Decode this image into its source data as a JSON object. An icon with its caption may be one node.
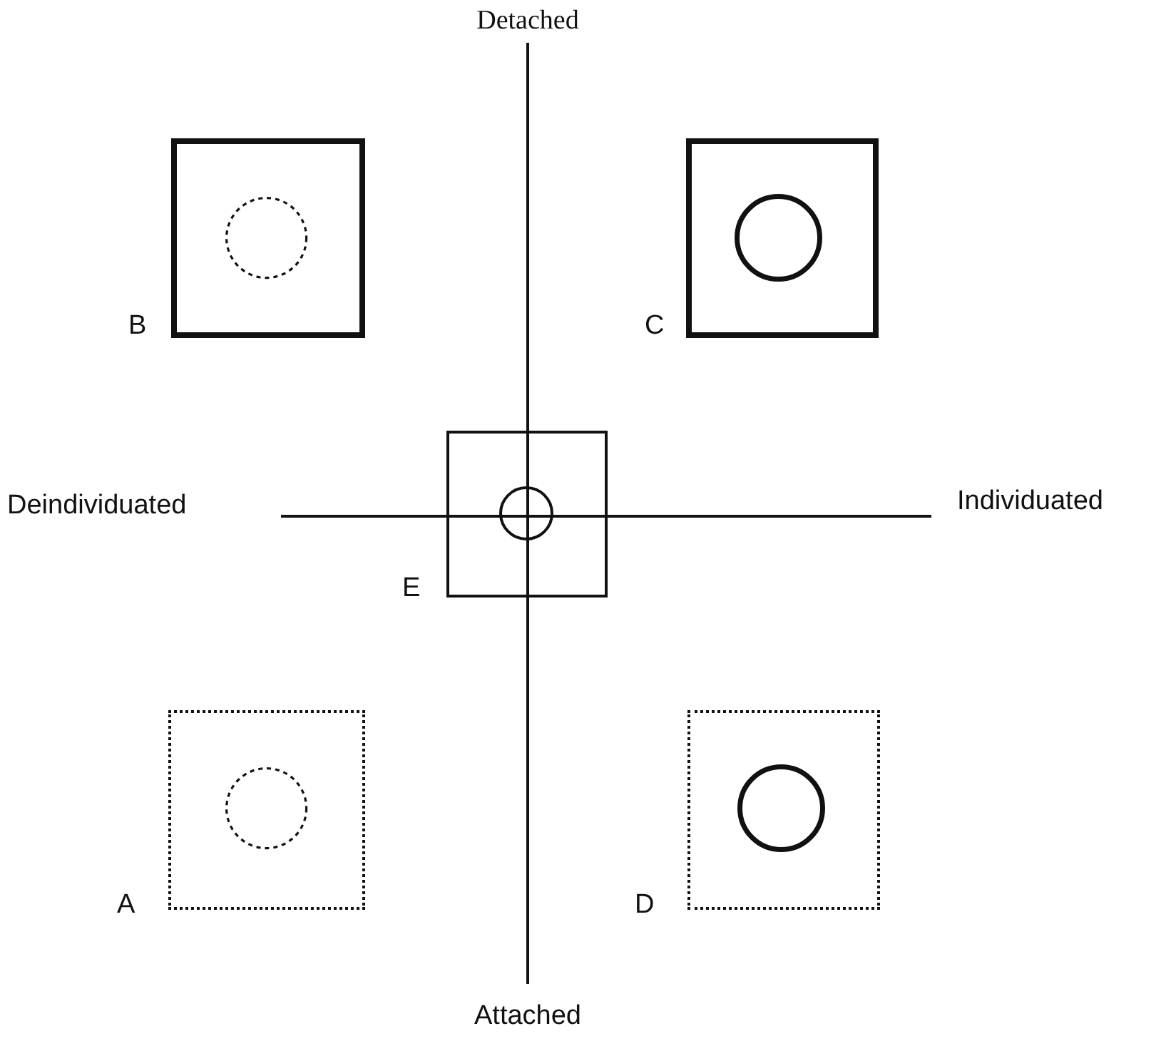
{
  "diagram": {
    "nodes": [
      {
        "text": [
          "B"
        ]
      },
      {
        "text": [],
        "shape": "circle",
        "in": 0
      },
      {
        "text": [
          "C"
        ]
      },
      {
        "text": [],
        "shape": "circle",
        "in": 2
      },
      {
        "text": [
          "E"
        ]
      },
      {
        "text": [],
        "shape": "circle",
        "in": 4
      },
      {
        "text": [
          "A"
        ]
      },
      {
        "text": [],
        "shape": "circle",
        "in": 6
      },
      {
        "text": [
          "D"
        ]
      },
      {
        "text": [],
        "shape": "circle",
        "in": 8
      }
    ],
    "edges": [],
    "labels": [
      "Detached",
      "Deindividuated",
      "Individuated",
      "Attached"
    ]
  }
}
